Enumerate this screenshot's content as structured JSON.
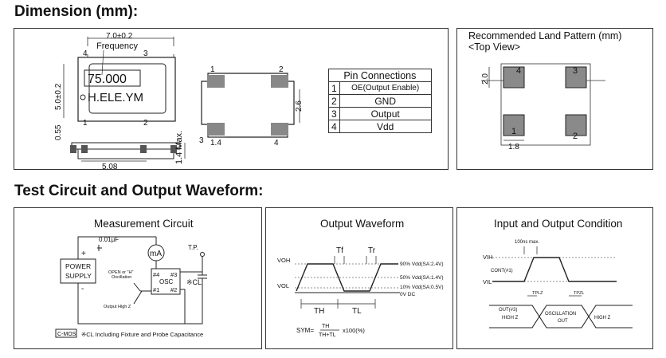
{
  "headings": {
    "dimension": "Dimension (mm):",
    "test": "Test Circuit and Output Waveform:"
  },
  "dimension_panel": {
    "width_dim": "7.0±0.2",
    "frequency_label": "Frequency",
    "pin4": "4",
    "pin3": "3",
    "pin1": "1",
    "pin2": "2",
    "freq_value": "75.000",
    "brand": "H.ELE.YM",
    "height_dim": "5.0±0.2",
    "pad_dim": "0.55",
    "pitch_dim": "5.08",
    "max_height": "1.4 Max.",
    "bottom_pad_height": "2.6",
    "bottom_pad_width": "1.4",
    "bottom_pin1": "1",
    "bottom_pin2": "2",
    "bottom_pin3": "3",
    "bottom_pin4": "4"
  },
  "pin_connections": {
    "title": "Pin Connections",
    "rows": [
      {
        "num": "1",
        "name": "OE(Output Enable)"
      },
      {
        "num": "2",
        "name": "GND"
      },
      {
        "num": "3",
        "name": "Output"
      },
      {
        "num": "4",
        "name": "Vdd"
      }
    ]
  },
  "land_pattern": {
    "title": "Recommended Land Pattern (mm)",
    "subtitle": "<Top View>",
    "dim_height": "2.0",
    "dim_width": "1.8",
    "pin1": "1",
    "pin2": "2",
    "pin3": "3",
    "pin4": "4"
  },
  "measurement_circuit": {
    "title": "Measurement Circuit",
    "cap": "0.01μF",
    "meter": "mA",
    "tp": "T.P.",
    "power1": "POWER",
    "power2": "SUPPLY",
    "plus": "+",
    "minus": "-",
    "open_or_h1": "OPEN or \"H\"",
    "open_or_h2": "Oscillation",
    "output_high_z": "Output High Z",
    "pin4": "#4",
    "pin3": "#3",
    "pin1": "#1",
    "pin2": "#2",
    "osc": "OSC",
    "cl_label": "※CL",
    "cmos": "C-MOS",
    "note": "※CL  Including Fixture and Probe Capacitance"
  },
  "output_waveform": {
    "title": "Output Waveform",
    "tf": "Tf",
    "tr": "Tr",
    "voh": "VOH",
    "vol": "VOL",
    "l90": "90% Vdd(SA:2.4V)",
    "l50": "50% Vdd(SA:1.4V)",
    "l10": "10% Vdd(SA:0.5V)",
    "l0": "0V DC",
    "th": "TH",
    "tl": "TL",
    "sym": "SYM=",
    "frac_num": "TH",
    "frac_den": "TH+TL",
    "sym_tail": "x100(%)"
  },
  "io_condition": {
    "title": "Input and Output Condition",
    "max100": "100ns max.",
    "vih": "VIH",
    "vil": "VIL",
    "cont": "CONT(#1)",
    "tplz": "TPLZ",
    "tpzl": "TPZL",
    "out3": "OUT(#3)",
    "highz_left": "HIGH Z",
    "osc_out1": "OSCILLATION",
    "osc_out2": "OUT",
    "highz_right": "HIGH  Z"
  }
}
